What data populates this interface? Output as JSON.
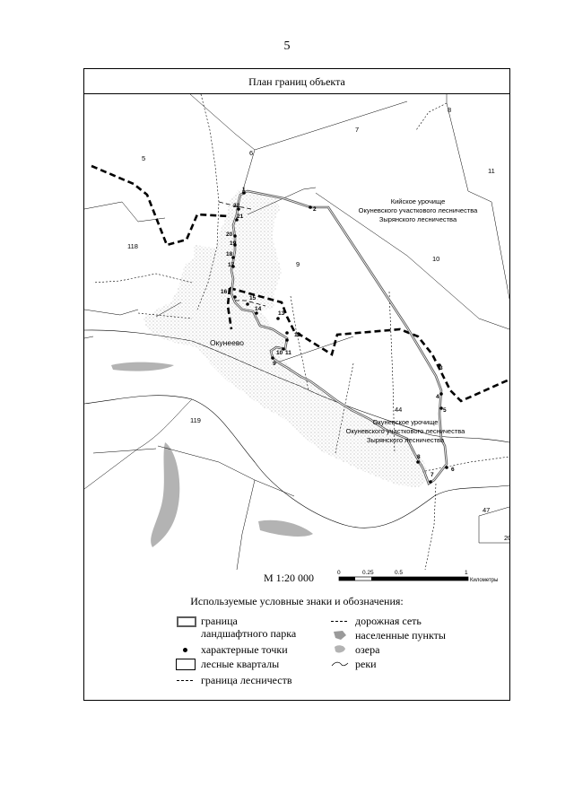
{
  "page": {
    "number": "5"
  },
  "frame": {
    "title": "План границ объекта"
  },
  "map": {
    "quarter_labels": [
      "5",
      "6",
      "7",
      "8",
      "9",
      "10",
      "11",
      "118",
      "119",
      "44",
      "47",
      "20"
    ],
    "settlement_label": "Окунеево",
    "district_labels": [
      [
        "Кийское урочище",
        "Окуневского участкового лесничества",
        "Зырянского лесничества"
      ],
      [
        "Окуневское урочище",
        "Окуневского участкового лесничества",
        "Зырянского лесничества"
      ]
    ],
    "point_labels": [
      "1",
      "2",
      "3",
      "4",
      "5",
      "6",
      "7",
      "8",
      "9",
      "10",
      "11",
      "12",
      "13",
      "14",
      "15",
      "16",
      "17",
      "18",
      "19",
      "20",
      "21",
      "22"
    ]
  },
  "scale": {
    "label": "М 1:20 000",
    "ticks": [
      "0",
      "0.25",
      "0.5",
      "1"
    ],
    "unit": "Километры"
  },
  "legend": {
    "title": "Используемые условные знаки и обозначения:",
    "items": [
      {
        "symbol": "park-boundary",
        "label": "граница\nландшафтного парка"
      },
      {
        "symbol": "road-network",
        "label": "дорожная сеть"
      },
      {
        "symbol": "settlements",
        "label": "населенные пункты"
      },
      {
        "symbol": "characteristic-points",
        "label": "характерные точки"
      },
      {
        "symbol": "lakes",
        "label": "озера"
      },
      {
        "symbol": "forest-quarters",
        "label": "лесные кварталы"
      },
      {
        "symbol": "rivers",
        "label": "реки"
      },
      {
        "symbol": "forestry-boundary",
        "label": "граница лесничеств"
      }
    ]
  },
  "colors": {
    "park_boundary": "#6b6b6b",
    "lake": "#b3b3b3",
    "settlement_dots": "#9a9a9a",
    "line": "#000000"
  }
}
